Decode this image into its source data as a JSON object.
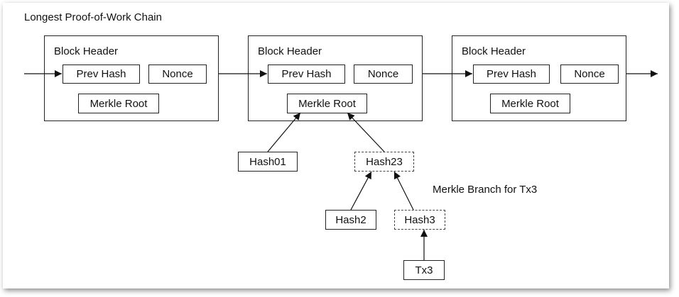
{
  "title": "Longest Proof-of-Work Chain",
  "blocks": [
    {
      "label": "Block Header",
      "prev_hash": "Prev Hash",
      "nonce": "Nonce",
      "merkle_root": "Merkle Root"
    },
    {
      "label": "Block Header",
      "prev_hash": "Prev Hash",
      "nonce": "Nonce",
      "merkle_root": "Merkle Root"
    },
    {
      "label": "Block Header",
      "prev_hash": "Prev Hash",
      "nonce": "Nonce",
      "merkle_root": "Merkle Root"
    }
  ],
  "tree": {
    "hash01": "Hash01",
    "hash23": "Hash23",
    "hash2": "Hash2",
    "hash3": "Hash3",
    "tx3": "Tx3"
  },
  "branch_label": "Merkle Branch for Tx3",
  "colors": {
    "line": "#111111",
    "dashed_border": "#444444"
  }
}
